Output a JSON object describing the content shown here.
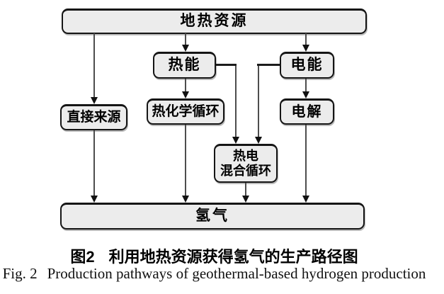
{
  "figure": {
    "nodes": {
      "geothermal": {
        "label": "地热资源"
      },
      "heat": {
        "label": "热能"
      },
      "electric": {
        "label": "电能"
      },
      "direct": {
        "label": "直接来源"
      },
      "thermochemical": {
        "label": "热化学循环"
      },
      "electrolysis": {
        "label": "电解"
      },
      "hybrid": {
        "label": "热电\n混合循环"
      },
      "hydrogen": {
        "label": "氢气"
      }
    },
    "edges": [
      {
        "from": "地热资源",
        "to": "直接来源"
      },
      {
        "from": "地热资源",
        "to": "热能"
      },
      {
        "from": "地热资源",
        "to": "电能"
      },
      {
        "from": "热能",
        "to": "热化学循环"
      },
      {
        "from": "热能",
        "to": "热电混合循环"
      },
      {
        "from": "电能",
        "to": "热电混合循环"
      },
      {
        "from": "电能",
        "to": "电解"
      },
      {
        "from": "直接来源",
        "to": "氢气"
      },
      {
        "from": "热化学循环",
        "to": "氢气"
      },
      {
        "from": "热电混合循环",
        "to": "氢气"
      },
      {
        "from": "电解",
        "to": "氢气"
      }
    ],
    "colors": {
      "box_fill": "#ececec",
      "box_border": "#151515",
      "connector": "#4d4d4d",
      "arrowhead": "#111111",
      "background": "#ffffff"
    }
  },
  "caption": {
    "zh_label": "图2",
    "zh_title": "利用地热资源获得氢气的生产路径图",
    "en_label": "Fig. 2",
    "en_title": "Production pathways of geothermal-based hydrogen production"
  }
}
